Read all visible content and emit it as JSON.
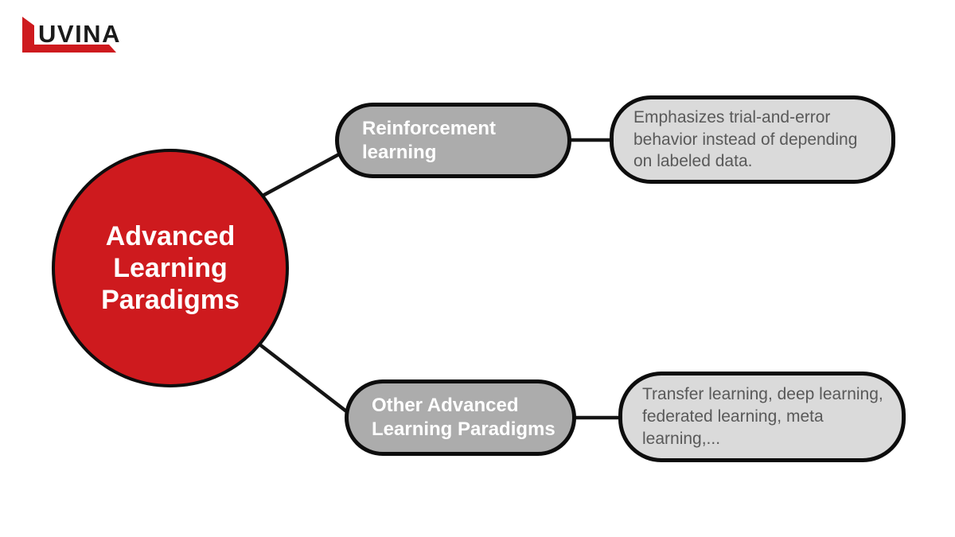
{
  "logo": {
    "text": "UVINA",
    "brand_color": "#ce1a1e",
    "text_color": "#1a1a1a"
  },
  "diagram": {
    "center_node": {
      "label": "Advanced Learning Paradigms",
      "fill_color": "#ce1a1e",
      "text_color": "#ffffff"
    },
    "branches": [
      {
        "node_label": "Reinforcement learning",
        "description": "Emphasizes trial-and-error behavior instead of depending on labeled data."
      },
      {
        "node_label": "Other Advanced Learning Paradigms",
        "description": "Transfer learning, deep learning, federated learning, meta learning,..."
      }
    ],
    "colors": {
      "node_fill": "#acacac",
      "description_fill": "#dadada",
      "border": "#0d0d0d",
      "connector": "#151515",
      "description_text": "#595959"
    }
  }
}
